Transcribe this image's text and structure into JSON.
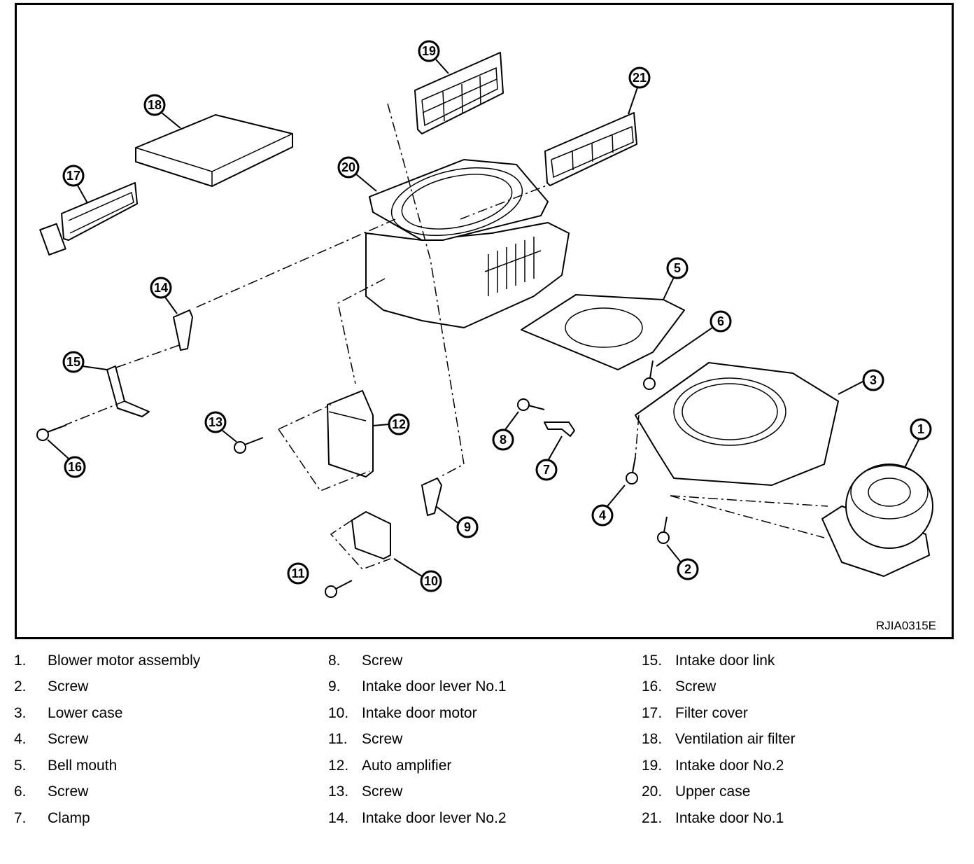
{
  "figure": {
    "code": "RJIA0315E",
    "callouts": [
      "1",
      "2",
      "3",
      "4",
      "5",
      "6",
      "7",
      "8",
      "9",
      "10",
      "11",
      "12",
      "13",
      "14",
      "15",
      "16",
      "17",
      "18",
      "19",
      "20",
      "21"
    ]
  },
  "legend": {
    "columns": [
      [
        {
          "num": "1.",
          "label": "Blower motor assembly"
        },
        {
          "num": "2.",
          "label": "Screw"
        },
        {
          "num": "3.",
          "label": "Lower case"
        },
        {
          "num": "4.",
          "label": "Screw"
        },
        {
          "num": "5.",
          "label": "Bell mouth"
        },
        {
          "num": "6.",
          "label": "Screw"
        },
        {
          "num": "7.",
          "label": "Clamp"
        }
      ],
      [
        {
          "num": "8.",
          "label": "Screw"
        },
        {
          "num": "9.",
          "label": "Intake door lever No.1"
        },
        {
          "num": "10.",
          "label": "Intake door motor"
        },
        {
          "num": "11.",
          "label": "Screw"
        },
        {
          "num": "12.",
          "label": "Auto amplifier"
        },
        {
          "num": "13.",
          "label": "Screw"
        },
        {
          "num": "14.",
          "label": "Intake door lever No.2"
        }
      ],
      [
        {
          "num": "15.",
          "label": "Intake door link"
        },
        {
          "num": "16.",
          "label": "Screw"
        },
        {
          "num": "17.",
          "label": "Filter cover"
        },
        {
          "num": "18.",
          "label": "Ventilation air filter"
        },
        {
          "num": "19.",
          "label": "Intake door No.2"
        },
        {
          "num": "20.",
          "label": "Upper case"
        },
        {
          "num": "21.",
          "label": "Intake door No.1"
        }
      ]
    ]
  }
}
